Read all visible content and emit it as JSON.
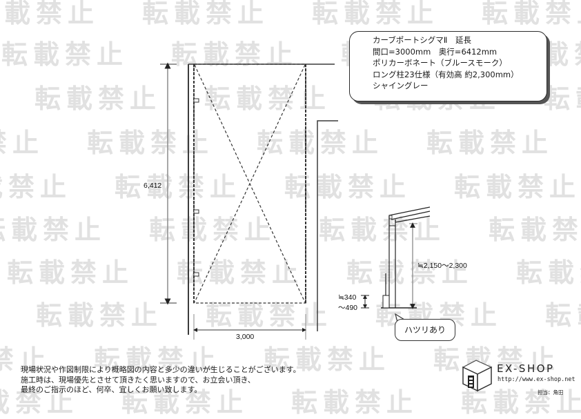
{
  "watermark": {
    "text": "転載禁止",
    "color": "#c9c9c9"
  },
  "spec_box": {
    "lines": [
      "カーブポートシグマⅡ　延長",
      "間口=3000mm　奥行=6412mm",
      "ポリカーボネート（ブルースモーク）",
      "ロング柱23仕様（有効高 約2,300mm）",
      "シャイングレー"
    ]
  },
  "plan_view": {
    "depth_label": "6,412",
    "width_label": "3,000"
  },
  "elevation_view": {
    "height_label": "≒2,150～2,300",
    "step_label_1": "≒340",
    "step_label_2": "～490",
    "callout": "ハツリあり"
  },
  "notes": {
    "lines": [
      "現場状況や作図制限により概略図の内容と多少の違いが生じることがございます。",
      "施工時は、現場優先とさせて頂きたく思いますので、お立会い頂き、",
      "最終のご指示のほど、何卒、宜しくお願い致します。"
    ]
  },
  "logo": {
    "name": "EX-SHOP",
    "url": "http://www.ex-shop.net",
    "staff": "担当：角田"
  },
  "colors": {
    "line": "#3a3a3a",
    "dim_line": "#8a8a8a",
    "shadow": "#555555"
  }
}
